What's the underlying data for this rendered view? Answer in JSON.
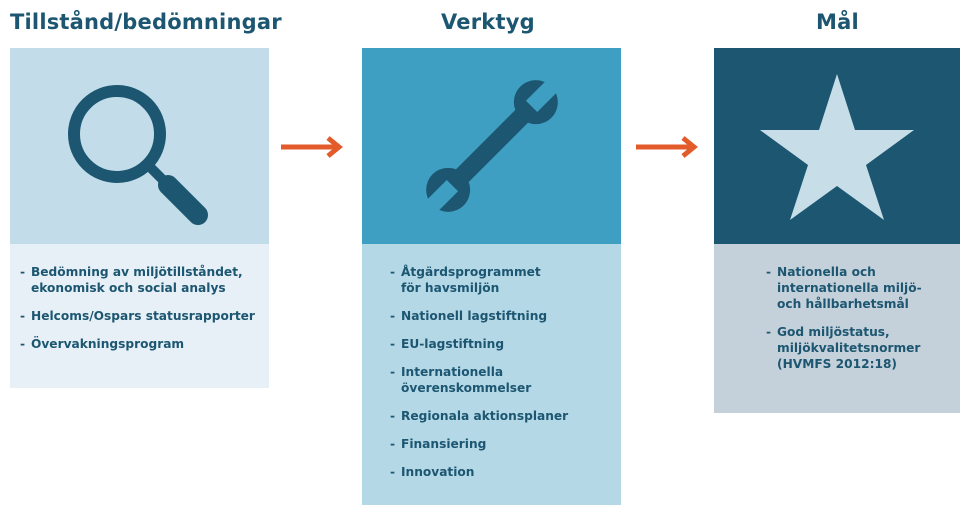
{
  "colors": {
    "title": "#1c5671",
    "arrow": "#e35a2b",
    "assessment_icon_bg": "#c2dde9",
    "assessment_list_bg": "#e6f0f6",
    "tools_icon_bg": "#3f9fc2",
    "tools_list_bg": "#b5d8e7",
    "goals_icon_bg": "#1c5671",
    "goals_list_bg": "#c5d1da"
  },
  "columns": [
    {
      "title": "Tillstånd/bedömningar",
      "icon": "magnifier-icon",
      "items": [
        "Bedömning av miljötillståndet,\nekonomisk och social analys",
        "Helcoms/Ospars statusrapporter",
        "Övervakningsprogram"
      ]
    },
    {
      "title": "Verktyg",
      "icon": "wrench-icon",
      "items": [
        "Åtgärdsprogrammet\nför havsmiljön",
        "Nationell lagstiftning",
        "EU-lagstiftning",
        "Internationella\növerenskommelser",
        "Regionala aktionsplaner",
        "Finansiering",
        "Innovation"
      ]
    },
    {
      "title": "Mål",
      "icon": "star-icon",
      "items": [
        "Nationella och\ninternationella miljö-\noch hållbarhetsmål",
        "God miljöstatus,\nmiljökvalitetsnormer\n(HVMFS 2012:18)"
      ]
    }
  ],
  "arrows": [
    "arrow-right-icon",
    "arrow-right-icon"
  ]
}
